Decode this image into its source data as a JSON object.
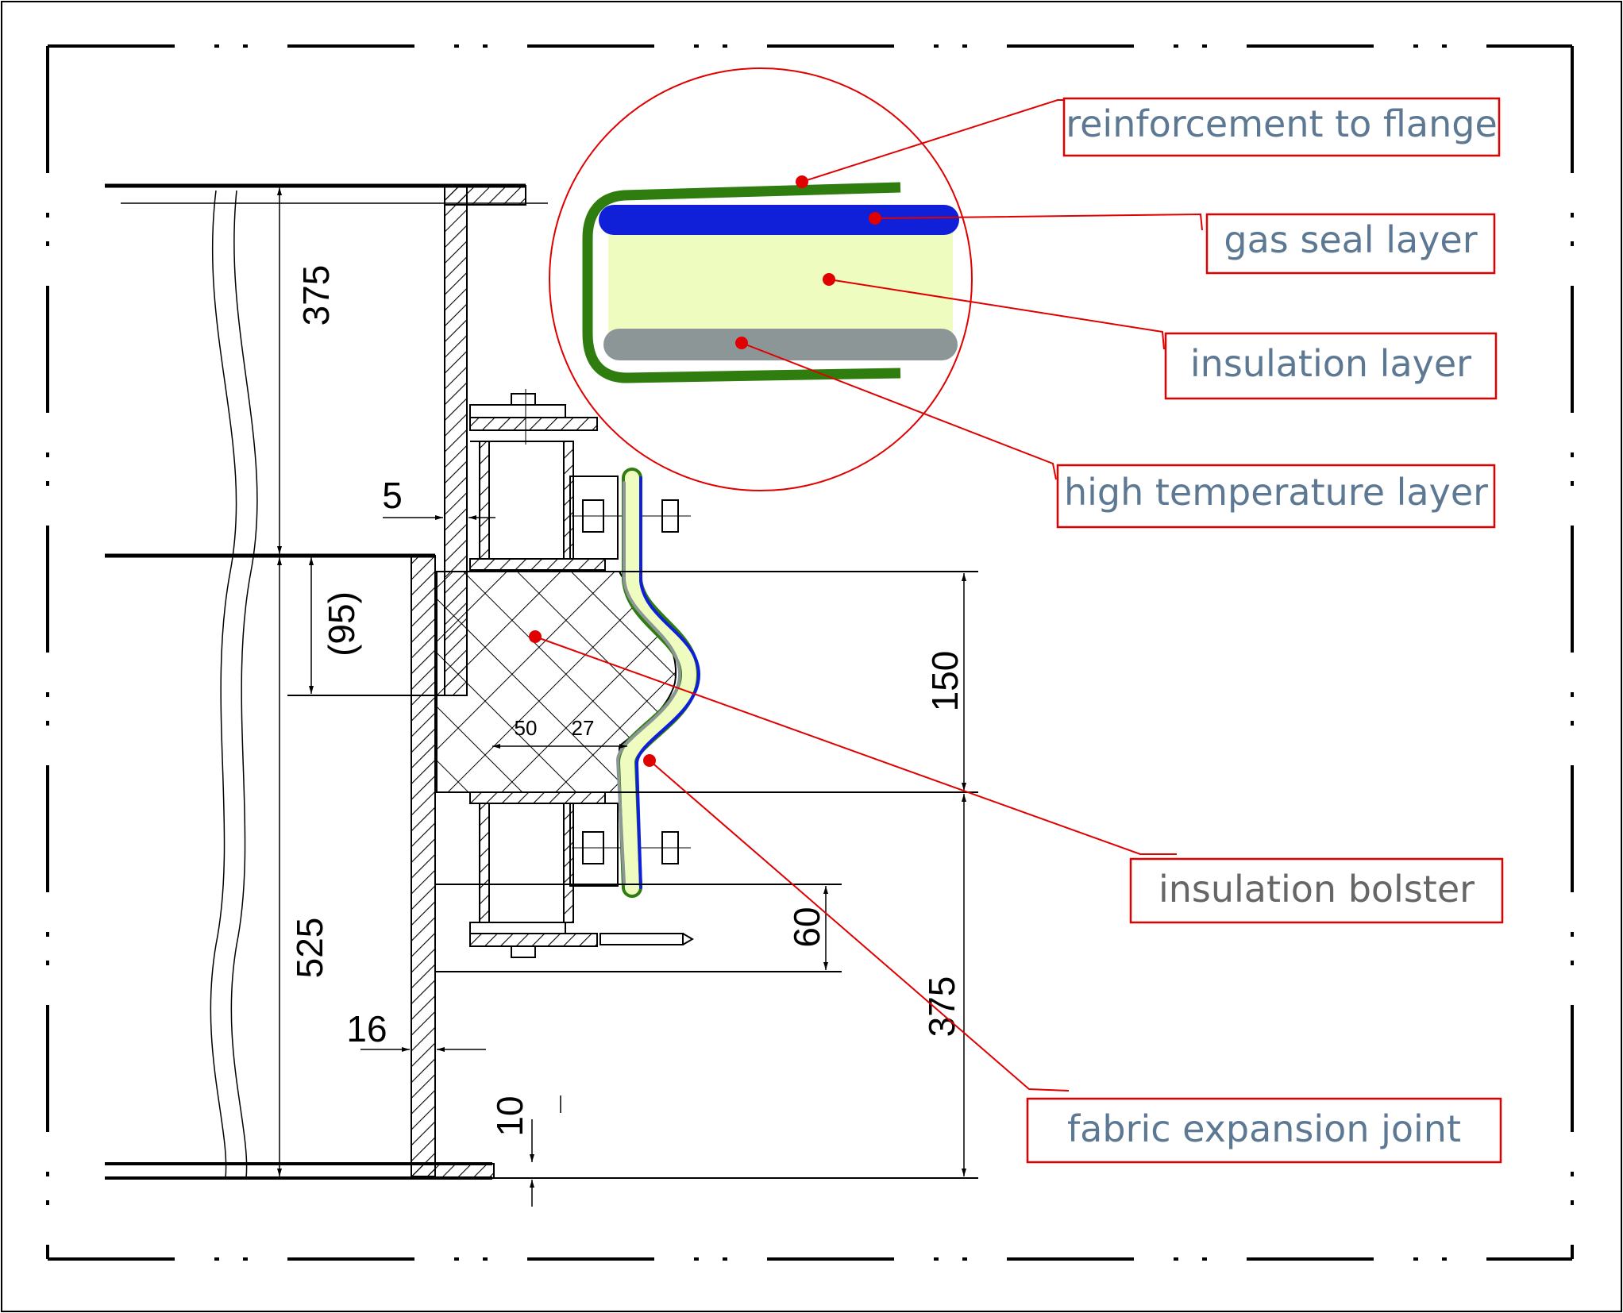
{
  "labels": {
    "reinforcement": "reinforcement to flange",
    "gas_seal": "gas seal layer",
    "insulation_layer": "insulation layer",
    "high_temp": "high temperature layer",
    "bolster": "insulation bolster",
    "fabric_joint": "fabric expansion joint"
  },
  "dimensions": {
    "d375_top": "375",
    "d5": "5",
    "d95": "(95)",
    "d150": "150",
    "d50": "50",
    "d27": "27",
    "d525": "525",
    "d60": "60",
    "d375_bottom": "375",
    "d16": "16",
    "d10": "10"
  },
  "colors": {
    "leader": "#e00000",
    "label_text": "#5d7893",
    "bolster_text": "#666666",
    "reinforcement": "#2e7d0e",
    "gas_seal": "#1020d8",
    "insulation": "#eefcc0",
    "high_temp": "#8c9696"
  }
}
